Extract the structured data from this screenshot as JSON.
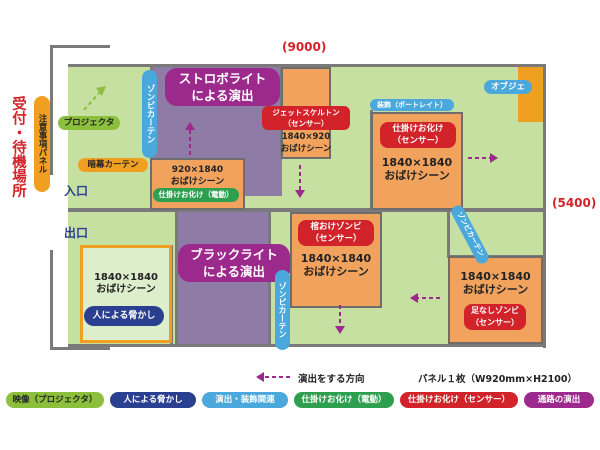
{
  "dims": {
    "width": "(9000)",
    "height": "(5400)"
  },
  "left": {
    "reception": "受付・待機場所",
    "caution_panel": "注意事項パネル",
    "projector": "プロジェクタ",
    "curtain": "暗幕カーテン",
    "entrance": "入口",
    "exit": "出口"
  },
  "areas": {
    "strobe": "ストロボライト\nによる演出",
    "blacklight": "ブラックライト\nによる演出",
    "zombie_curtain_top": "ゾンビカーテン",
    "zombie_curtain_bottom": "ゾンビカーテン",
    "zombie_curtain_right": "ゾンビカーテン",
    "object": "オブジェ",
    "portrait": "装飾（ポートレイト）"
  },
  "scenes": {
    "s1": {
      "size": "920×1840\nおばけシーン",
      "tag": "仕掛けお化け（電動）"
    },
    "s2": {
      "tag": "ジェットスケルトン\n（センサー）",
      "size": "1840×920\nおばけシーン"
    },
    "s3": {
      "tag": "仕掛けお化け\n（センサー）",
      "size": "1840×1840\nおばけシーン"
    },
    "s4": {
      "tag": "棺おけゾンビ\n（センサー）",
      "size": "1840×1840\nおばけシーン"
    },
    "s5": {
      "size": "1840×1840\nおばけシーン",
      "tag": "足なしゾンビ\n（センサー）"
    },
    "s6": {
      "size": "1840×1840\nおばけシーン",
      "tag": "人による脅かし"
    }
  },
  "notes": {
    "direction": "演出をする方向",
    "panel": "パネル１枚（W920mm×H2100）"
  },
  "legend": [
    {
      "label": "映像（プロジェクタ）",
      "color": "#8bbf3c"
    },
    {
      "label": "人による脅かし",
      "color": "#2a3f8f"
    },
    {
      "label": "演出・装飾関連",
      "color": "#4aa8dc"
    },
    {
      "label": "仕掛けお化け（電動）",
      "color": "#2e9e4f"
    },
    {
      "label": "仕掛けお化け（センサー）",
      "color": "#d2232a"
    },
    {
      "label": "通路の演出",
      "color": "#9c2a8c"
    }
  ],
  "colors": {
    "floor": "#c5e0a0",
    "purple": "#8e7ba6",
    "scene": "#f1a35e",
    "object": "#f0a020",
    "magenta": "#9c2a8c"
  }
}
